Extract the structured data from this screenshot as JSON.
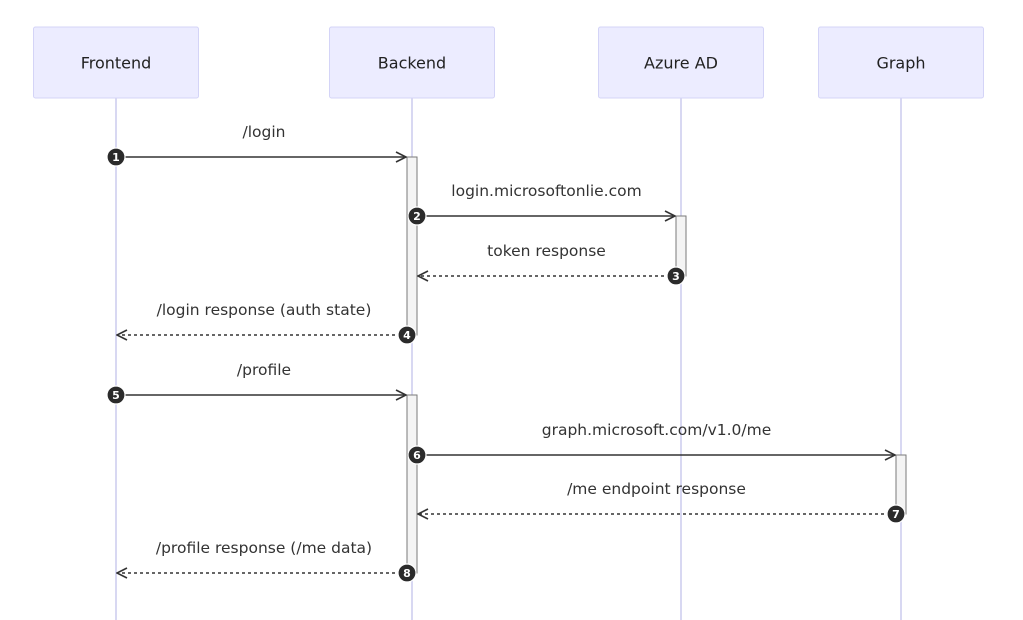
{
  "diagram": {
    "type": "sequence",
    "participants": [
      {
        "id": "frontend",
        "label": "Frontend"
      },
      {
        "id": "backend",
        "label": "Backend"
      },
      {
        "id": "azuread",
        "label": "Azure AD"
      },
      {
        "id": "graph",
        "label": "Graph"
      }
    ],
    "messages": [
      {
        "number": "1",
        "from": "frontend",
        "to": "backend",
        "label": "/login",
        "style": "solid"
      },
      {
        "number": "2",
        "from": "backend",
        "to": "azuread",
        "label": "login.microsoftonlie.com",
        "style": "solid"
      },
      {
        "number": "3",
        "from": "azuread",
        "to": "backend",
        "label": "token response",
        "style": "dashed"
      },
      {
        "number": "4",
        "from": "backend",
        "to": "frontend",
        "label": "/login response (auth state)",
        "style": "dashed"
      },
      {
        "number": "5",
        "from": "frontend",
        "to": "backend",
        "label": "/profile",
        "style": "solid"
      },
      {
        "number": "6",
        "from": "backend",
        "to": "graph",
        "label": "graph.microsoft.com/v1.0/me",
        "style": "solid"
      },
      {
        "number": "7",
        "from": "graph",
        "to": "backend",
        "label": "/me endpoint response",
        "style": "dashed"
      },
      {
        "number": "8",
        "from": "backend",
        "to": "frontend",
        "label": "/profile response (/me data)",
        "style": "dashed"
      }
    ]
  },
  "colors": {
    "actor_fill": "#ECECFF",
    "actor_stroke": "#D4D4F7",
    "lifeline": "#CFCFEF",
    "message": "#333333",
    "number_badge": "#2b2b2b"
  }
}
